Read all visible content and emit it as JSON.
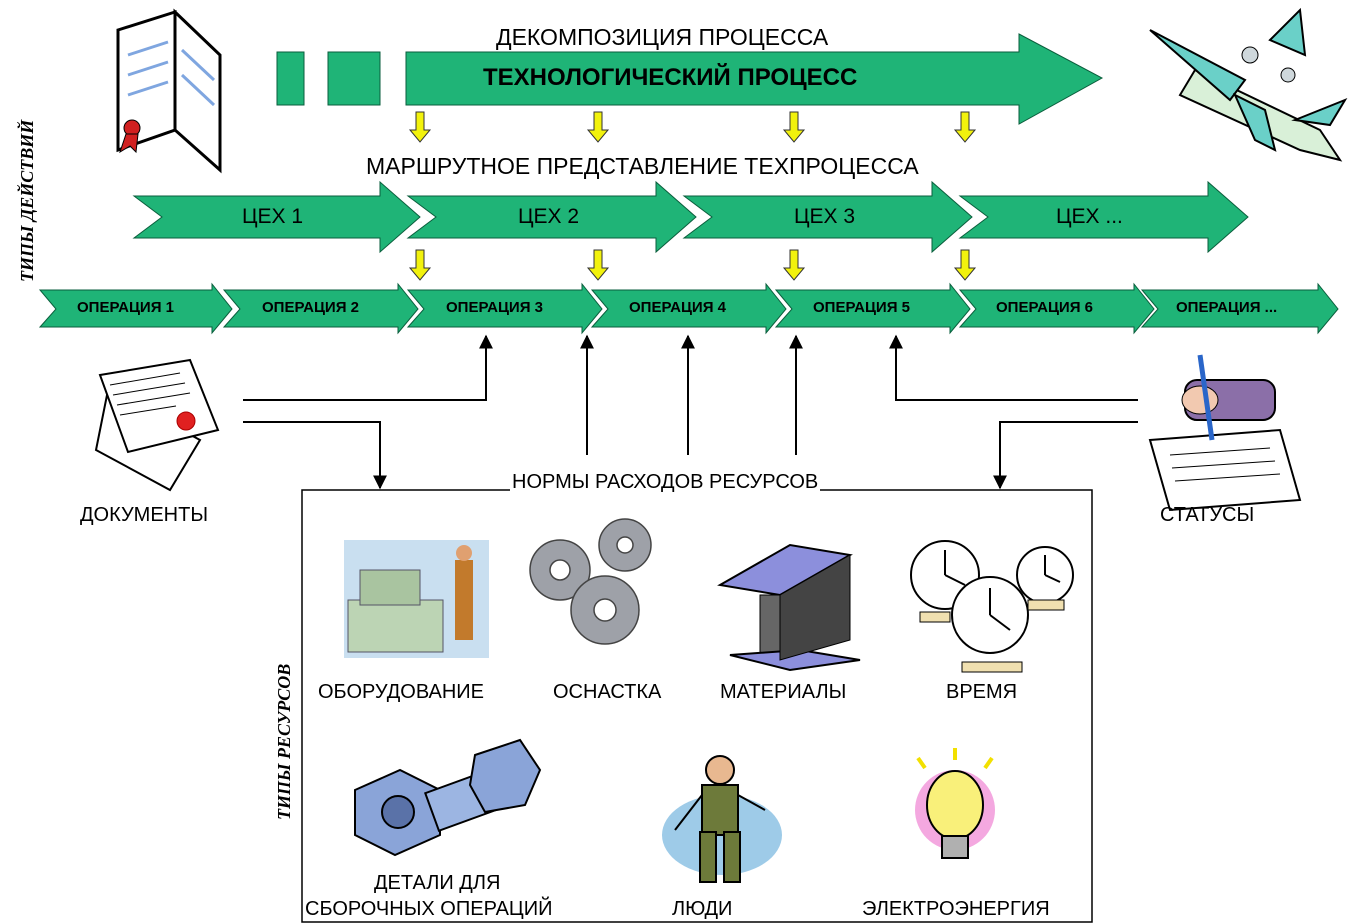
{
  "labels": {
    "side_actions": "ТИПЫ ДЕЙСТВИЙ",
    "side_resources": "ТИПЫ РЕСУРСОВ",
    "decomposition": "ДЕКОМПОЗИЦИЯ ПРОЦЕССА",
    "tech_process": "ТЕХНОЛОГИЧЕСКИЙ ПРОЦЕСС",
    "route": "МАРШРУТНОЕ ПРЕДСТАВЛЕНИЕ ТЕХПРОЦЕССА",
    "norms": "НОРМЫ РАСХОДОВ РЕСУРСОВ",
    "documents": "ДОКУМЕНТЫ",
    "statuses": "СТАТУСЫ"
  },
  "workshops": [
    "ЦЕХ 1",
    "ЦЕХ 2",
    "ЦЕХ 3",
    "ЦЕХ ..."
  ],
  "operations": [
    "ОПЕРАЦИЯ 1",
    "ОПЕРАЦИЯ 2",
    "ОПЕРАЦИЯ 3",
    "ОПЕРАЦИЯ 4",
    "ОПЕРАЦИЯ 5",
    "ОПЕРАЦИЯ 6",
    "ОПЕРАЦИЯ ..."
  ],
  "resources": {
    "equipment": "ОБОРУДОВАНИЕ",
    "tooling": "ОСНАСТКА",
    "materials": "МАТЕРИАЛЫ",
    "time": "ВРЕМЯ",
    "parts_line1": "ДЕТАЛИ ДЛЯ",
    "parts_line2": "СБОРОЧНЫХ ОПЕРАЦИЙ",
    "people": "ЛЮДИ",
    "energy": "ЭЛЕКТРОЭНЕРГИЯ"
  },
  "colors": {
    "arrow_green": "#1fb477",
    "arrow_dark": "#0a5e3c",
    "down_arrow_yellow": "#f2f20d",
    "line": "#000000"
  }
}
